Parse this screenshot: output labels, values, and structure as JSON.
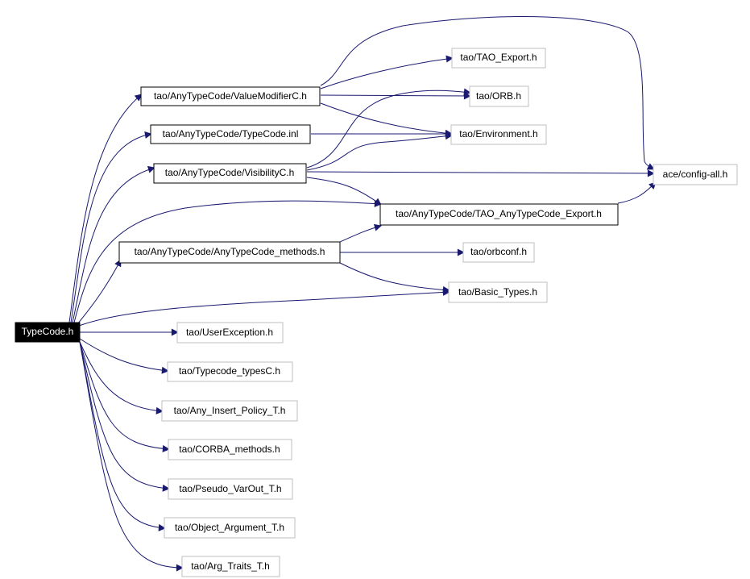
{
  "nodes": {
    "typecode_h": "TypeCode.h",
    "valuemodifierc_h": "tao/AnyTypeCode/ValueModifierC.h",
    "typecode_inl": "tao/AnyTypeCode/TypeCode.inl",
    "visibilityc_h": "tao/AnyTypeCode/VisibilityC.h",
    "anytypecode_export_h": "tao/AnyTypeCode/TAO_AnyTypeCode_Export.h",
    "anytypecode_methods_h": "tao/AnyTypeCode/AnyTypeCode_methods.h",
    "tao_export_h": "tao/TAO_Export.h",
    "orb_h": "tao/ORB.h",
    "environment_h": "tao/Environment.h",
    "config_all_h": "ace/config-all.h",
    "orbconf_h": "tao/orbconf.h",
    "basic_types_h": "tao/Basic_Types.h",
    "userexception_h": "tao/UserException.h",
    "typecode_typesc_h": "tao/Typecode_typesC.h",
    "any_insert_policy_t_h": "tao/Any_Insert_Policy_T.h",
    "corba_methods_h": "tao/CORBA_methods.h",
    "pseudo_varout_t_h": "tao/Pseudo_VarOut_T.h",
    "object_argument_t_h": "tao/Object_Argument_T.h",
    "arg_traits_t_h": "tao/Arg_Traits_T.h"
  },
  "edges": [
    [
      "typecode_h",
      "valuemodifierc_h"
    ],
    [
      "typecode_h",
      "typecode_inl"
    ],
    [
      "typecode_h",
      "visibilityc_h"
    ],
    [
      "typecode_h",
      "anytypecode_export_h"
    ],
    [
      "typecode_h",
      "anytypecode_methods_h"
    ],
    [
      "typecode_h",
      "basic_types_h"
    ],
    [
      "typecode_h",
      "userexception_h"
    ],
    [
      "typecode_h",
      "typecode_typesc_h"
    ],
    [
      "typecode_h",
      "any_insert_policy_t_h"
    ],
    [
      "typecode_h",
      "corba_methods_h"
    ],
    [
      "typecode_h",
      "pseudo_varout_t_h"
    ],
    [
      "typecode_h",
      "object_argument_t_h"
    ],
    [
      "typecode_h",
      "arg_traits_t_h"
    ],
    [
      "valuemodifierc_h",
      "tao_export_h"
    ],
    [
      "valuemodifierc_h",
      "orb_h"
    ],
    [
      "valuemodifierc_h",
      "environment_h"
    ],
    [
      "valuemodifierc_h",
      "config_all_h"
    ],
    [
      "typecode_inl",
      "environment_h"
    ],
    [
      "visibilityc_h",
      "orb_h"
    ],
    [
      "visibilityc_h",
      "environment_h"
    ],
    [
      "visibilityc_h",
      "config_all_h"
    ],
    [
      "visibilityc_h",
      "anytypecode_export_h"
    ],
    [
      "anytypecode_export_h",
      "config_all_h"
    ],
    [
      "anytypecode_methods_h",
      "anytypecode_export_h"
    ],
    [
      "anytypecode_methods_h",
      "orbconf_h"
    ],
    [
      "anytypecode_methods_h",
      "basic_types_h"
    ]
  ],
  "colors": {
    "edge": "#191970",
    "root_fill": "#000000",
    "root_text": "#ffffff",
    "solid_border": "#000000",
    "faint_border": "#bfbfbf"
  }
}
